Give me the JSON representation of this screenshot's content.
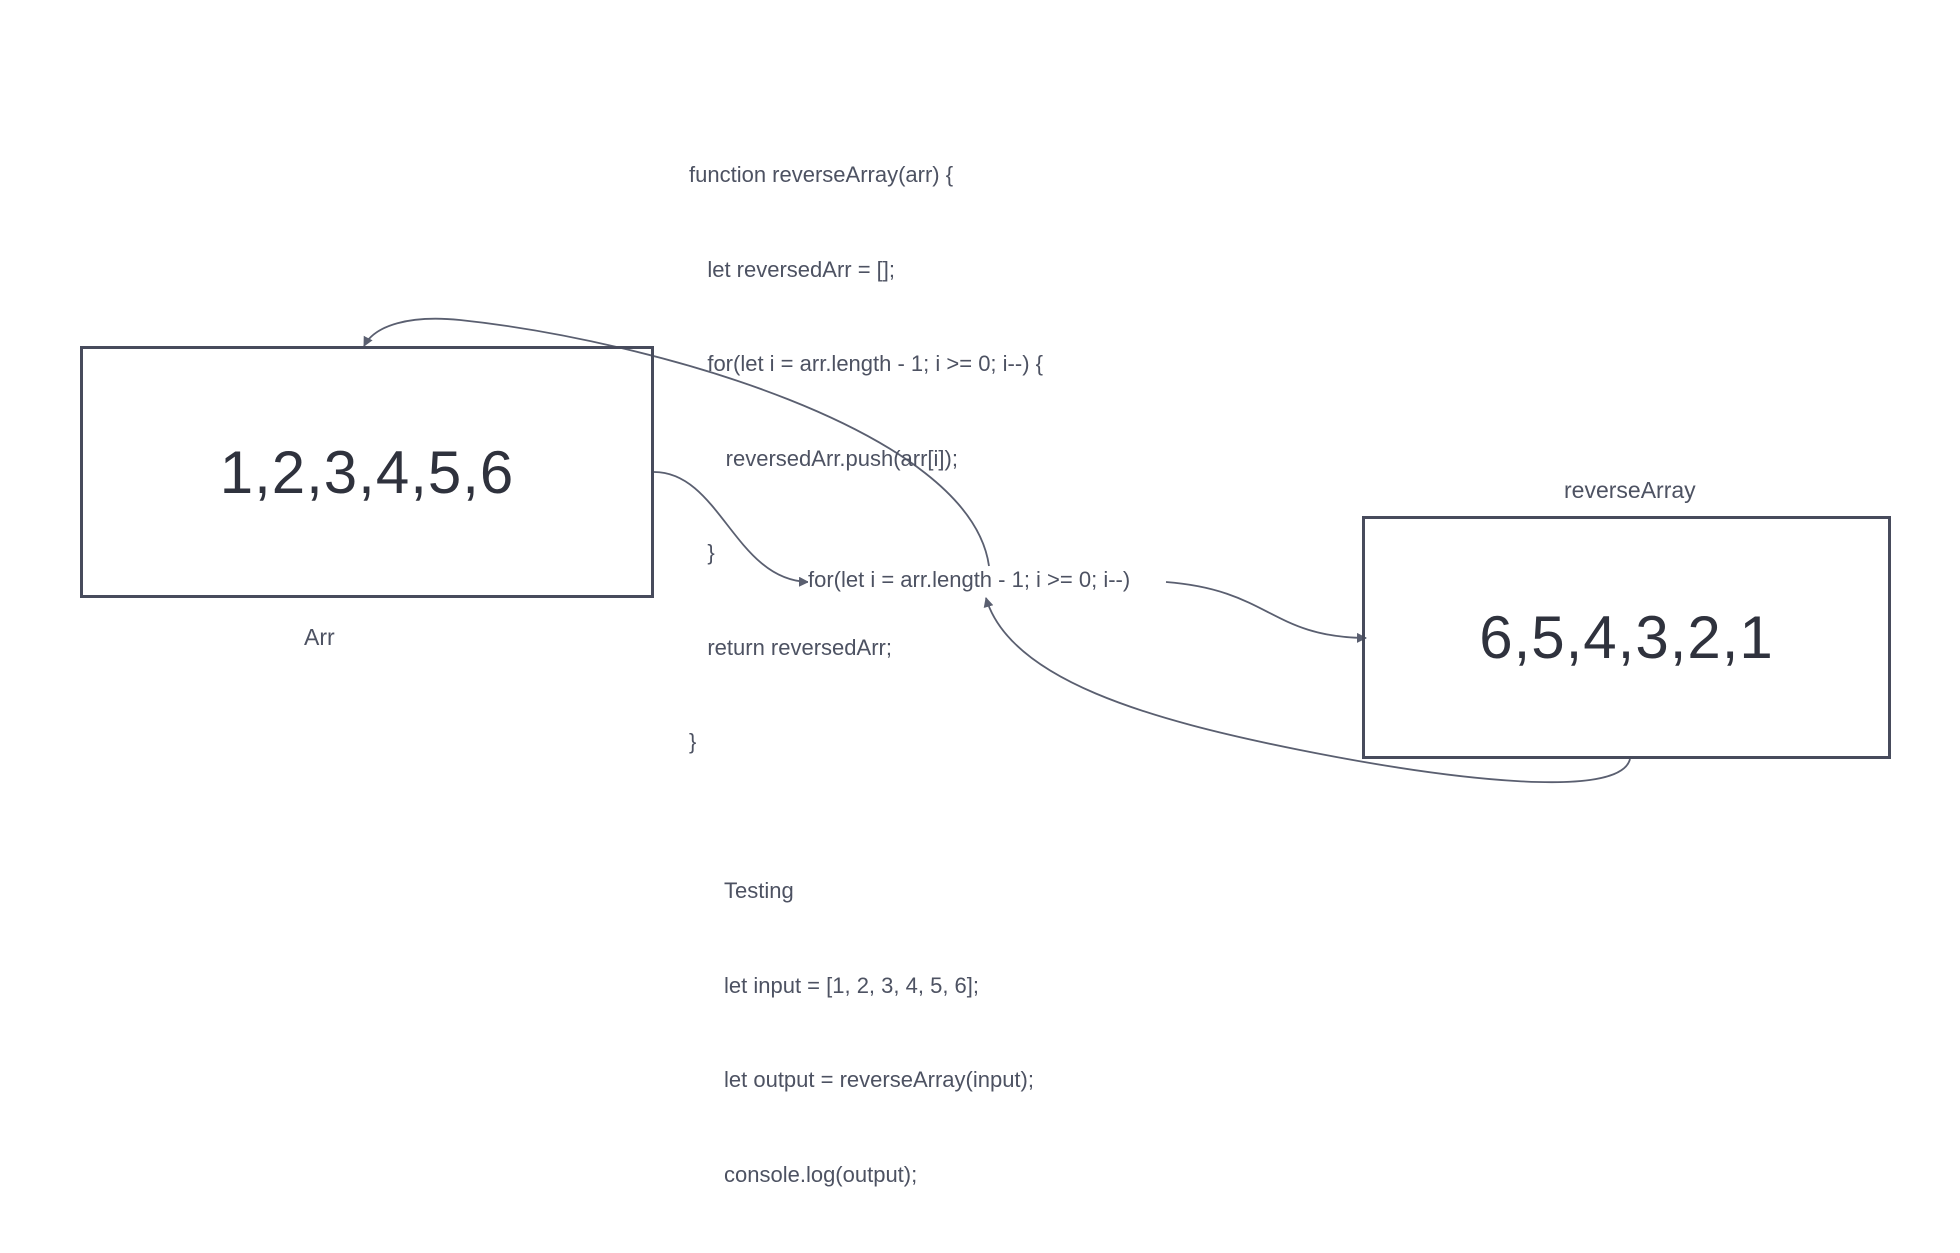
{
  "function_code": {
    "lines": [
      "function reverseArray(arr) {",
      "   let reversedArr = [];",
      "   for(let i = arr.length - 1; i >= 0; i--) {",
      "      reversedArr.push(arr[i]);",
      "   }",
      "   return reversedArr;",
      "}"
    ]
  },
  "input_box": {
    "value": "1,2,3,4,5,6",
    "caption": "Arr"
  },
  "output_box": {
    "value": "6,5,4,3,2,1",
    "caption": "reverseArray"
  },
  "loop_label": "for(let i = arr.length - 1; i >= 0; i--)",
  "testing_code": {
    "lines": [
      "Testing",
      "let input = [1, 2, 3, 4, 5, 6];",
      "let output = reverseArray(input);",
      "console.log(output);"
    ]
  },
  "colors": {
    "stroke": "#5a5f70",
    "box_border": "#474b5c",
    "text": "#4d5262"
  }
}
